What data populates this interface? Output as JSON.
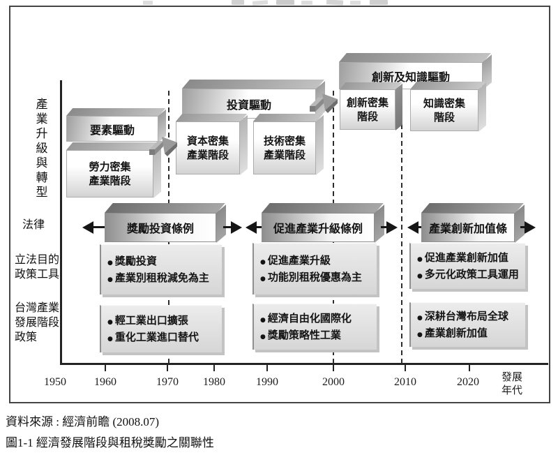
{
  "glyphs": {
    "bullet": "●"
  },
  "row_labels": {
    "industry_upgrade": "產業升級與轉型",
    "law": "法律",
    "purpose": "立法目的\n政策工具",
    "policy": "台灣產業\n發展階段\n政策"
  },
  "stages": {
    "factor_driver": "要素驅動",
    "labor": "勞力密集\n產業階段",
    "investment_driver": "投資驅動",
    "capital": "資本密集\n產業階段",
    "technology": "技術密集\n產業階段",
    "innovation_driver": "創新及知識驅動",
    "innovation": "創新密集\n階段",
    "knowledge": "知識密集\n階段"
  },
  "laws": [
    {
      "label": "獎勵投資條例"
    },
    {
      "label": "促進產業升級條例"
    },
    {
      "label": "產業創新加值條"
    }
  ],
  "purpose_boxes": [
    {
      "items": [
        "獎勵投資",
        "產業別租稅減免為主"
      ]
    },
    {
      "items": [
        "促進產業升級",
        "功能別租稅優惠為主"
      ]
    },
    {
      "items": [
        "促進產業創新加值",
        "多元化政策工具運用"
      ]
    }
  ],
  "policy_boxes": [
    {
      "items": [
        "輕工業出口擴張",
        "重化工業進口替代"
      ]
    },
    {
      "items": [
        "經濟自由化國際化",
        "獎勵策略性工業"
      ]
    },
    {
      "items": [
        "深耕台灣布局全球",
        "產業創新加值"
      ]
    }
  ],
  "timeline": {
    "years": [
      "1950",
      "1960",
      "1970",
      "1980",
      "1990",
      "2000",
      "2010",
      "2020"
    ],
    "axis_label": "發展\n年代"
  },
  "footer": {
    "source": "資料來源 : 經濟前瞻 (2008.07)",
    "caption": "圖1-1 經濟發展階段與租稅獎勵之關聯性"
  },
  "colors": {
    "box_gray": "#8f8f8f",
    "panel_gray": "#dedede",
    "line_black": "#1a1a1a",
    "dash_gray": "#2c2c2c"
  }
}
